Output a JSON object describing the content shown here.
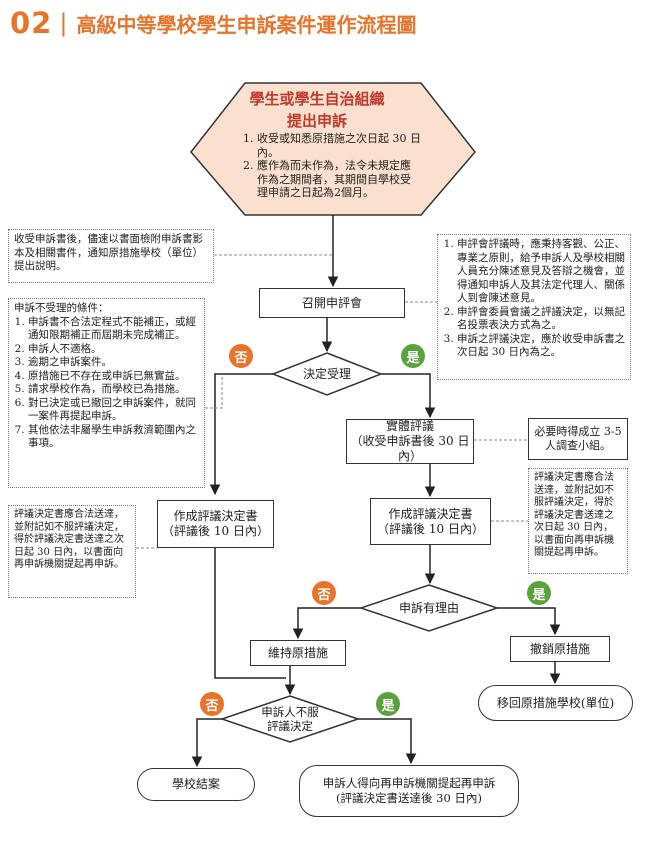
{
  "header": {
    "number": "02",
    "separator": "|",
    "title": "高級中等學校學生申訴案件運作流程圖"
  },
  "colors": {
    "accent": "#e8742b",
    "yes": "#5aa33c",
    "start_fill": "#fbe0cf",
    "start_title": "#c0392b"
  },
  "start": {
    "title_line1": "學生或學生自治組織",
    "title_line2": "提出申訴",
    "items": [
      "收受或知悉原措施之次日起 30 日內。",
      "應作為而未作為，法令未規定應作為之期間者，其期間自學校受理申請之日起為2個月。"
    ]
  },
  "notes": {
    "school_notice": "收受申訴書後，儘速以書面檢附申訴書影本及相關書件，通知原措施學校（單位）提出說明。",
    "review_principles": [
      "申評會評議時，應秉持客觀、公正、專業之原則，給予申訴人及學校相關人員充分陳述意見及答辯之機會，並得通知申訴人及其法定代理人、關係人到會陳述意見。",
      "申評會委員會議之評議決定，以無記名投票表決方式為之。",
      "申訴之評議決定，應於收受申訴書之次日起 30 日內為之。"
    ],
    "not_accepted_title": "申訴不受理的條件：",
    "not_accepted": [
      "申訴書不合法定程式不能補正，或經通知限期補正而屆期未完成補正。",
      "申訴人不適格。",
      "逾期之申訴案件。",
      "原措施已不存在或申訴已無實益。",
      "請求學校作為，而學校已為措施。",
      "對已決定或已撤回之申訴案件，就同一案件再提起申訴。",
      "其他依法非屬學生申訴救濟範圍內之事項。"
    ],
    "investigation": "必要時得成立 3-5 人調查小組。",
    "left_reappeal": "評議決定書應合法送達，並附記如不服評議決定，得於評議決定書送達之次日起 30 日內，以書面向再申訴機關提起再申訴。",
    "right_reappeal": "評議決定書應合法送達，並附記如不服評議決定，得於評議決定書送達之次日起 30 日內，以書面向再申訴機關提起再申訴。"
  },
  "nodes": {
    "convene": "召開申評會",
    "decide_accept": "決定受理",
    "hearing_line1": "實體評議",
    "hearing_line2": "（收受申訴書後 30 日內）",
    "decision_left_line1": "作成評議決定書",
    "decision_left_line2": "（評議後 10 日內）",
    "decision_right_line1": "作成評議決定書",
    "decision_right_line2": "（評議後 10 日內）",
    "grounds": "申訴有理由",
    "maintain": "維持原措施",
    "revoke": "撤銷原措施",
    "return_school": "移回原措施學校(單位)",
    "disagree_line1": "申訴人不服",
    "disagree_line2": "評議決定",
    "school_end": "學校結案",
    "reappeal_line1": "申訴人得向再申訴機關提起再申訴",
    "reappeal_line2": "(評議決定書送達後 30 日內)"
  },
  "labels": {
    "no": "否",
    "yes": "是"
  }
}
